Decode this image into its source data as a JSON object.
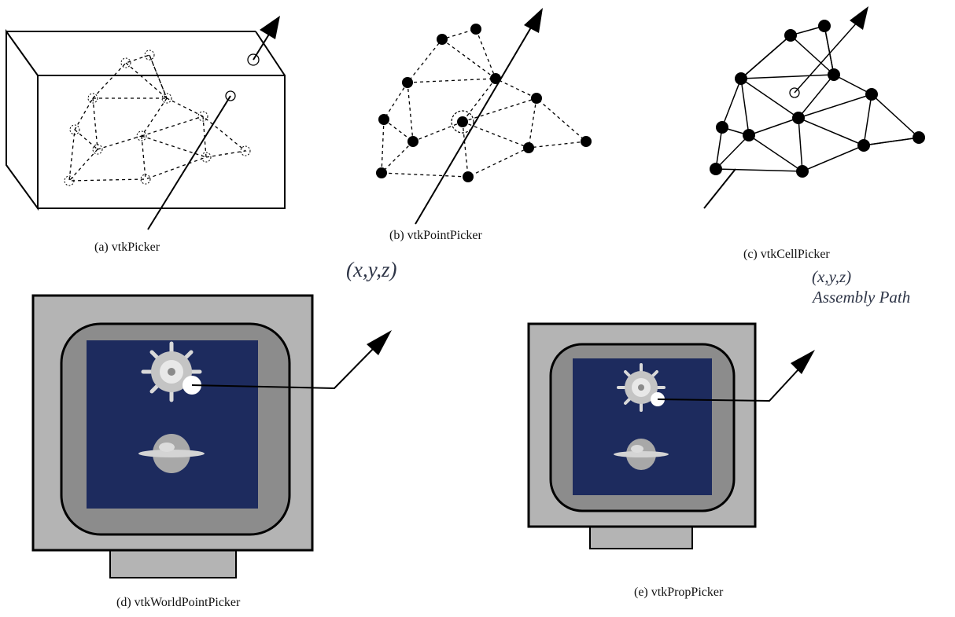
{
  "captions": {
    "a": "(a) vtkPicker",
    "b": "(b) vtkPointPicker",
    "c": "(c) vtkCellPicker",
    "d": "(d) vtkWorldPointPicker",
    "e": "(e) vtkPropPicker"
  },
  "labels": {
    "d_coord": "(x,y,z)",
    "e_coord": "(x,y,z)",
    "e_path": "Assembly Path"
  },
  "colors": {
    "monitor_outer": "#b4b4b4",
    "monitor_inner": "#8c8c8c",
    "screen": "#1d2b5e",
    "ink": "#000000"
  },
  "icons": {
    "pick_marker": "circle-marker-icon",
    "ray": "arrow-icon"
  }
}
